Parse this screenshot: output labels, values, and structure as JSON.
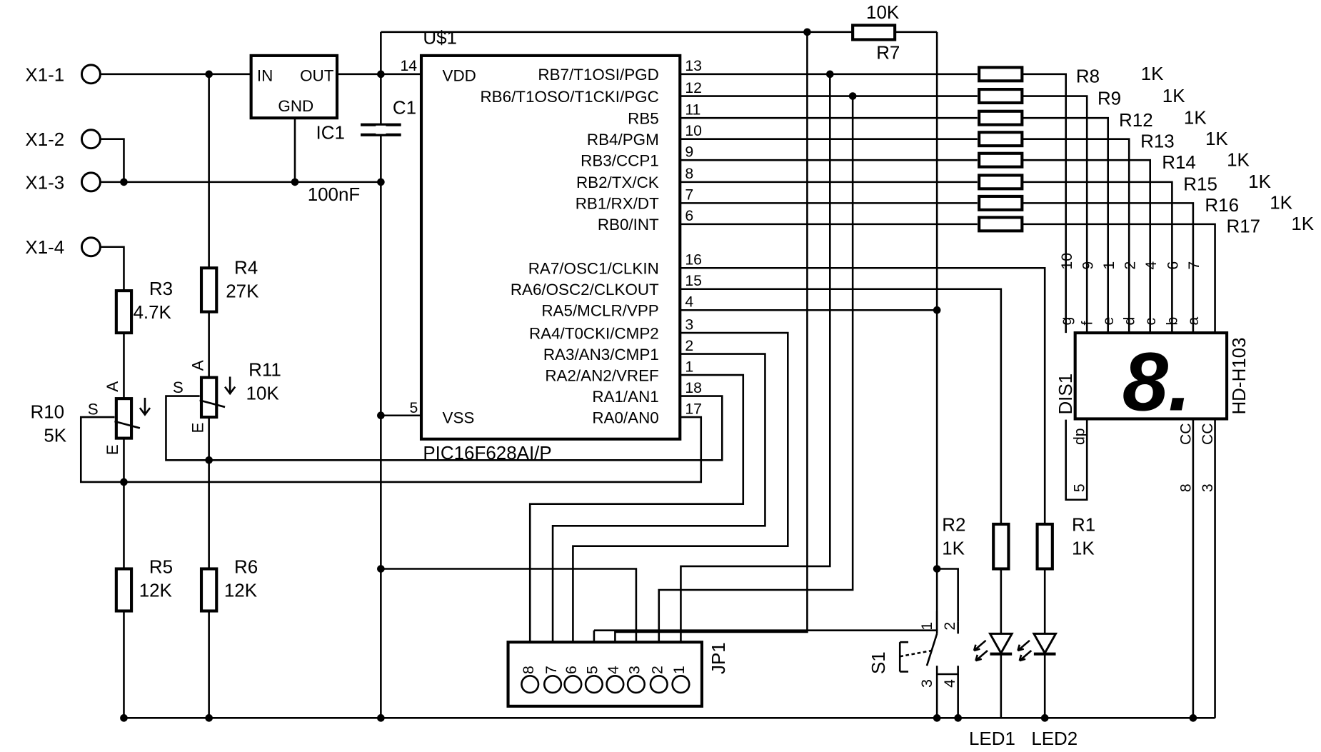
{
  "connectors": [
    "X1-1",
    "X1-2",
    "X1-3",
    "X1-4"
  ],
  "ic1": {
    "name": "IC1",
    "in": "IN",
    "out": "OUT",
    "gnd": "GND"
  },
  "c1": {
    "name": "C1",
    "value": "100nF"
  },
  "r7": {
    "name": "R7",
    "value": "10K"
  },
  "mcu": {
    "name": "U$1",
    "part": "PIC16F628AI/P",
    "vdd": {
      "label": "VDD",
      "num": "14"
    },
    "vss": {
      "label": "VSS",
      "num": "5"
    },
    "right_pins": [
      {
        "label": "RB7/T1OSI/PGD",
        "num": "13"
      },
      {
        "label": "RB6/T1OSO/T1CKI/PGC",
        "num": "12"
      },
      {
        "label": "RB5",
        "num": "11"
      },
      {
        "label": "RB4/PGM",
        "num": "10"
      },
      {
        "label": "RB3/CCP1",
        "num": "9"
      },
      {
        "label": "RB2/TX/CK",
        "num": "8"
      },
      {
        "label": "RB1/RX/DT",
        "num": "7"
      },
      {
        "label": "RB0/INT",
        "num": "6"
      },
      {
        "label": "RA7/OSC1/CLKIN",
        "num": "16"
      },
      {
        "label": "RA6/OSC2/CLKOUT",
        "num": "15"
      },
      {
        "label": "RA5/MCLR/VPP",
        "num": "4"
      },
      {
        "label": "RA4/T0CKI/CMP2",
        "num": "3"
      },
      {
        "label": "RA3/AN3/CMP1",
        "num": "2"
      },
      {
        "label": "RA2/AN2/VREF",
        "num": "1"
      },
      {
        "label": "RA1/AN1",
        "num": "18"
      },
      {
        "label": "RA0/AN0",
        "num": "17"
      }
    ]
  },
  "seg_resistors": [
    {
      "name": "R8",
      "value": "1K"
    },
    {
      "name": "R9",
      "value": "1K"
    },
    {
      "name": "R12",
      "value": "1K"
    },
    {
      "name": "R13",
      "value": "1K"
    },
    {
      "name": "R14",
      "value": "1K"
    },
    {
      "name": "R15",
      "value": "1K"
    },
    {
      "name": "R16",
      "value": "1K"
    },
    {
      "name": "R17",
      "value": "1K"
    }
  ],
  "display": {
    "name": "DIS1",
    "part": "HD-H103",
    "digit": "8.",
    "top_pins": [
      {
        "num": "10",
        "seg": "g"
      },
      {
        "num": "9",
        "seg": "f"
      },
      {
        "num": "1",
        "seg": "e"
      },
      {
        "num": "2",
        "seg": "d"
      },
      {
        "num": "4",
        "seg": "c"
      },
      {
        "num": "6",
        "seg": "b"
      },
      {
        "num": "7",
        "seg": "a"
      }
    ],
    "bottom_pins": [
      {
        "num": "5",
        "seg": "dp"
      },
      {
        "num": "8",
        "seg": "CC"
      },
      {
        "num": "3",
        "seg": "CC"
      }
    ]
  },
  "left_resistors": [
    {
      "name": "R3",
      "value": "4.7K"
    },
    {
      "name": "R4",
      "value": "27K"
    },
    {
      "name": "R5",
      "value": "12K"
    },
    {
      "name": "R6",
      "value": "12K"
    }
  ],
  "r2": {
    "name": "R2",
    "value": "1K"
  },
  "r1": {
    "name": "R1",
    "value": "1K"
  },
  "r10": {
    "name": "R10",
    "value": "5K",
    "a": "A",
    "s": "S",
    "e": "E"
  },
  "r11": {
    "name": "R11",
    "value": "10K",
    "a": "A",
    "s": "S",
    "e": "E"
  },
  "jp1": {
    "name": "JP1",
    "pins": [
      "8",
      "7",
      "6",
      "5",
      "4",
      "3",
      "2",
      "1"
    ]
  },
  "s1": {
    "name": "S1",
    "pins": [
      "1",
      "2",
      "3",
      "4"
    ]
  },
  "leds": [
    "LED1",
    "LED2"
  ]
}
